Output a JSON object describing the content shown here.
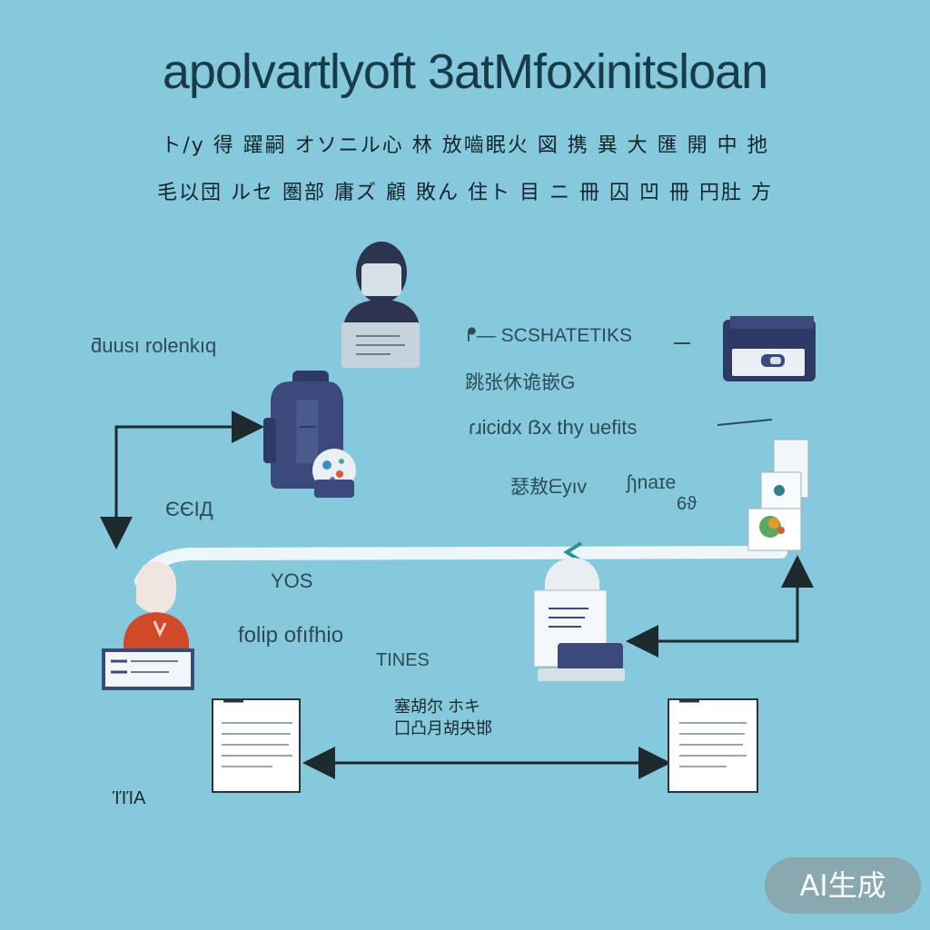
{
  "title": "apolvartlyoft 3atMfoxinitsloan",
  "subtitle_line1": "ト/y 得 躍嗣 オソニル心 林 放嚙眠火 図 携 異 大 匯 開 中 扡",
  "subtitle_line2": "毛以団 ルセ 圏部 庸ズ 顧 敗ん 住ト 目 ニ 冊 囚 凹 冊 円肚 方",
  "labels": {
    "left_top": "ƌuusı rolenkıq",
    "center_top": "ᖰ— SCSHATETIKS",
    "center_mid": "跳张休诡嵌G",
    "center_row": "ɾɹicidx ẞx thy uefits",
    "center_side_a": "瑟敖ᗴyıv",
    "center_side_b": "ʃɿnaɪe",
    "center_side_c": "6ϑ",
    "left_mid": "ЄЄІД",
    "yos": "YOS",
    "folip": "folip ofıfhio",
    "tines": "TINES",
    "bottom_a": "塞胡尔 ホキ",
    "bottom_b": "囗凸月胡央邯",
    "bottom_left": "ΊΊΊΑ"
  },
  "badge": "AI生成",
  "colors": {
    "background": "#86c9dc",
    "title": "#173b48",
    "navy": "#3b4a7a",
    "arrow": "#1d2a30",
    "path": "#eef6f8",
    "accent_red": "#d04a2a"
  },
  "icons": [
    "person-laptop-icon",
    "backpack-icon",
    "globe-icon",
    "card-machine-icon",
    "document-stack-icon",
    "person-presenter-icon",
    "printer-icon",
    "document-left-icon",
    "document-right-icon"
  ]
}
